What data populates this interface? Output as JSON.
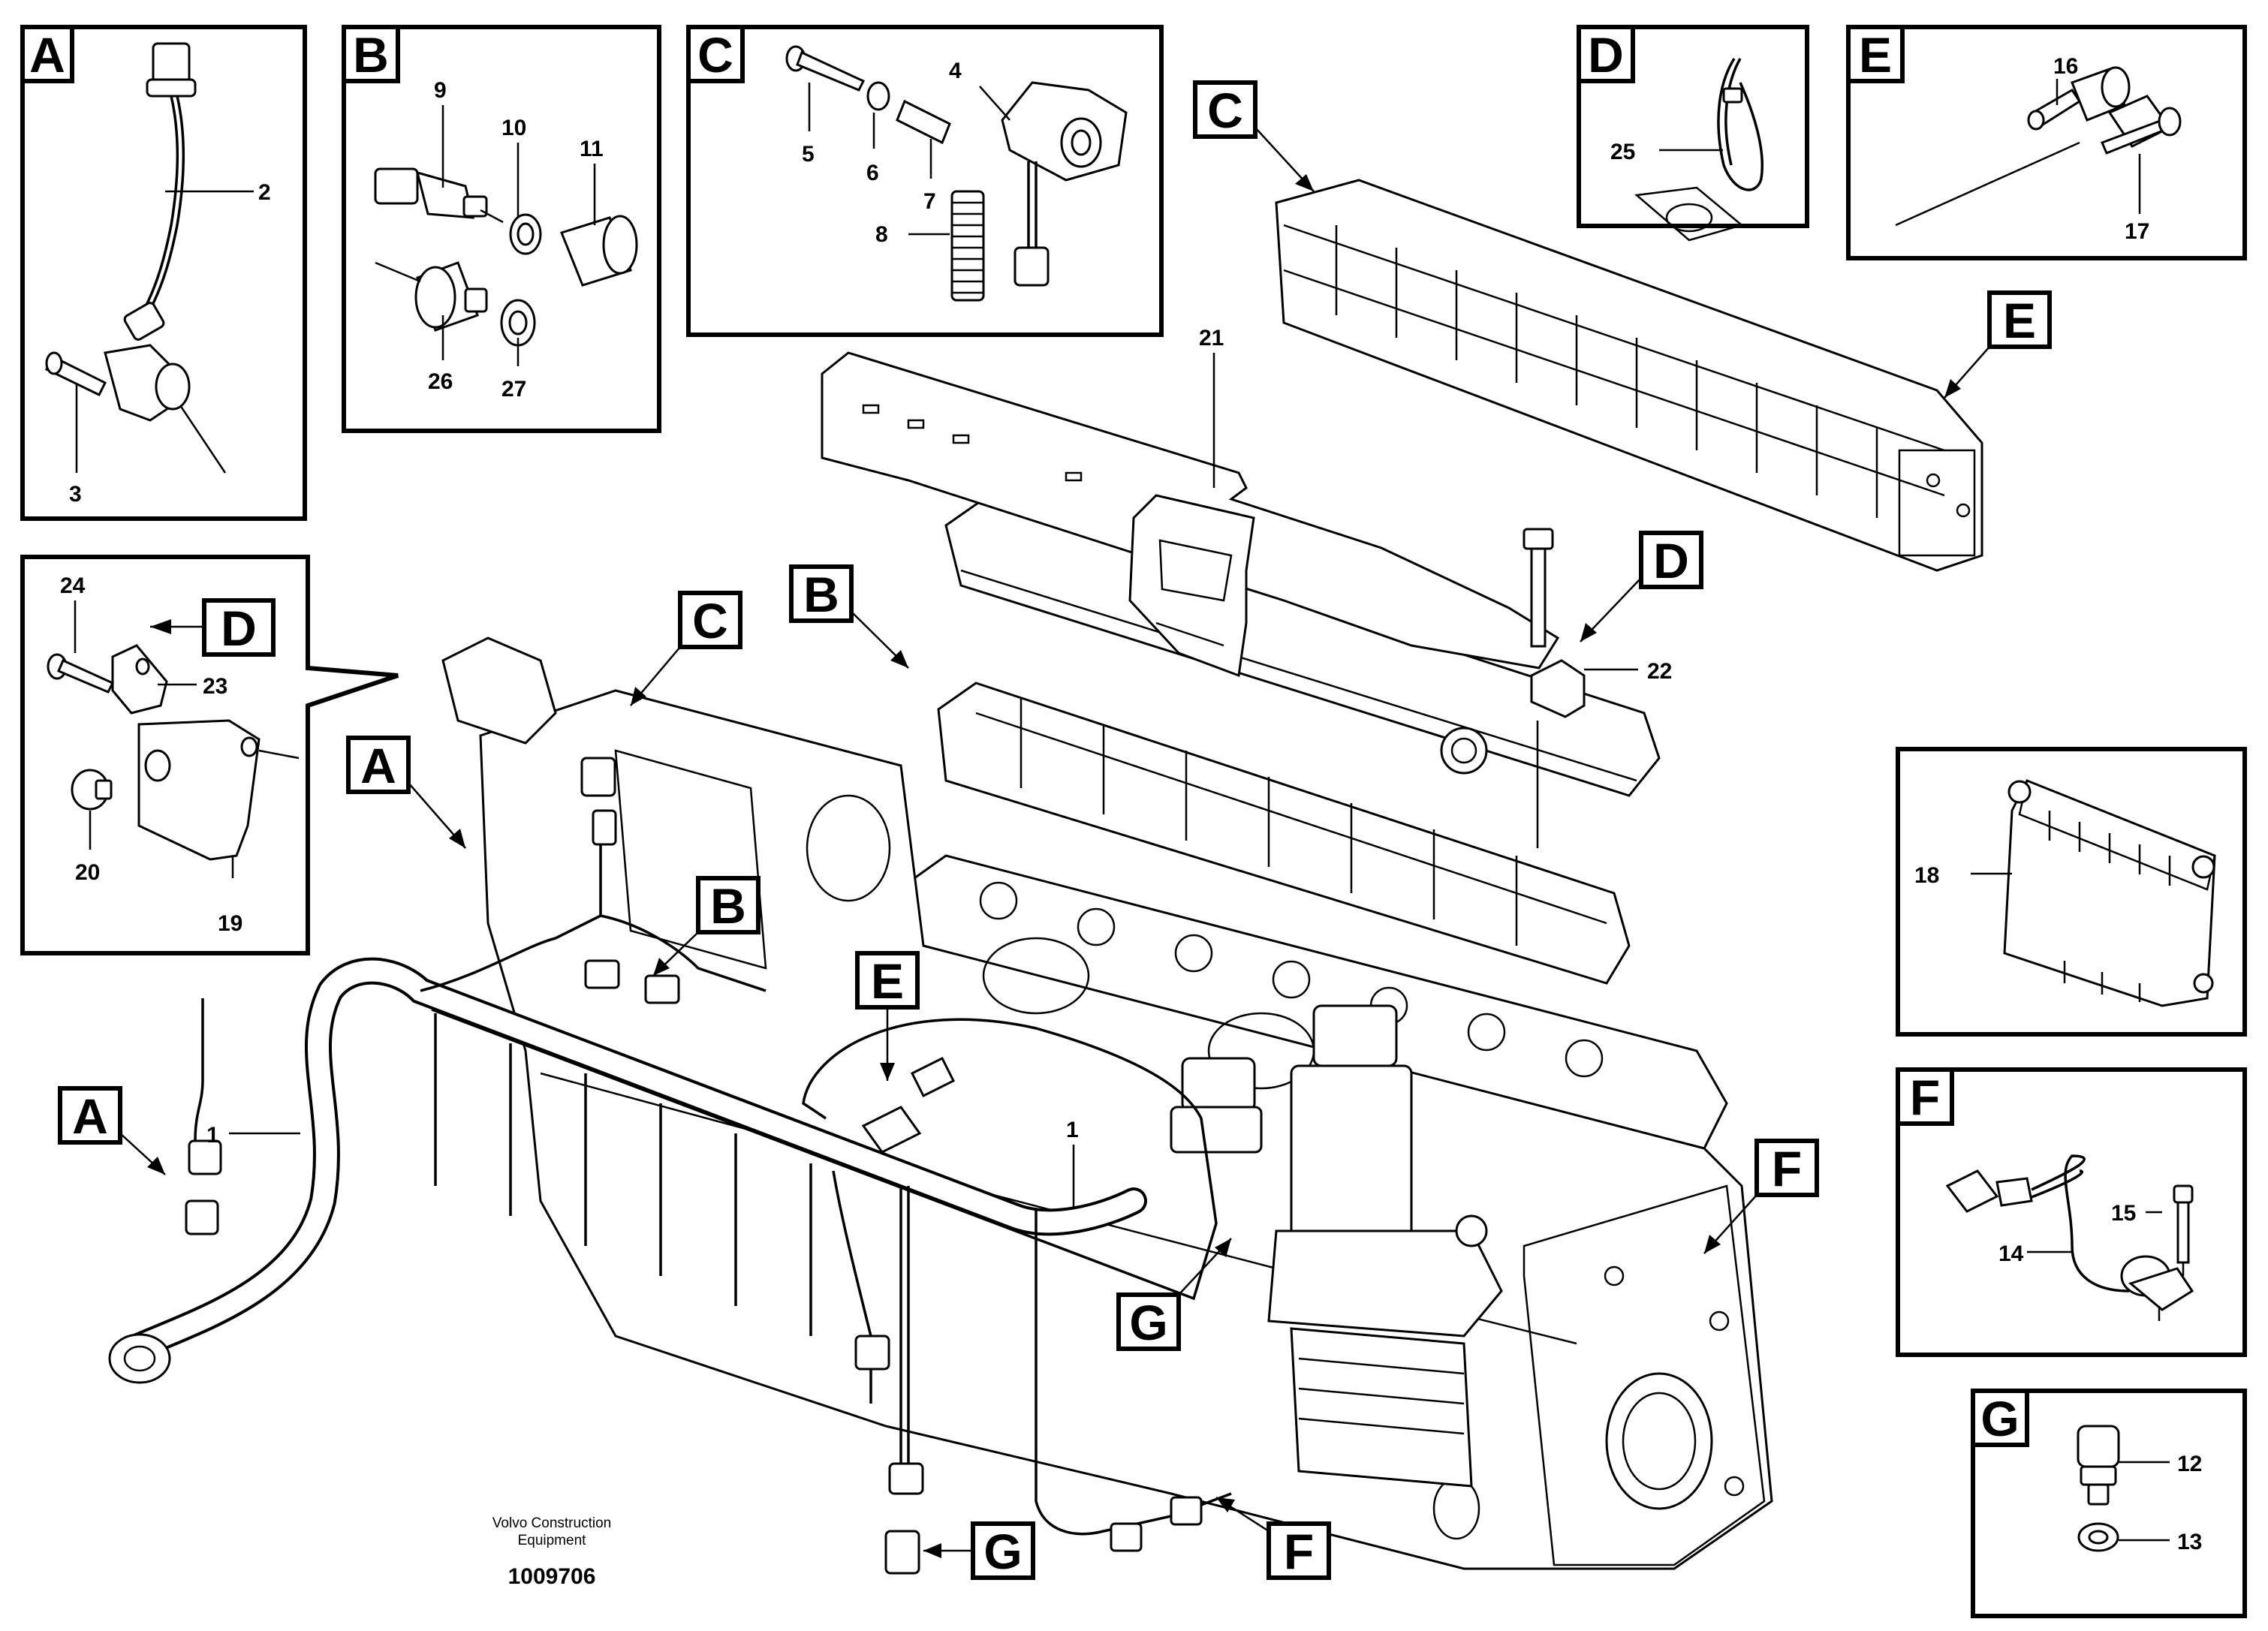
{
  "letters": {
    "A": "A",
    "B": "B",
    "C": "C",
    "D": "D",
    "E": "E",
    "F": "F",
    "G": "G"
  },
  "numbers": {
    "n1": "1",
    "n2": "2",
    "n3": "3",
    "n4": "4",
    "n5": "5",
    "n6": "6",
    "n7": "7",
    "n8": "8",
    "n9": "9",
    "n10": "10",
    "n11": "11",
    "n12": "12",
    "n13": "13",
    "n14": "14",
    "n15": "15",
    "n16": "16",
    "n17": "17",
    "n18": "18",
    "n19": "19",
    "n20": "20",
    "n21": "21",
    "n22": "22",
    "n23": "23",
    "n24": "24",
    "n25": "25",
    "n26": "26",
    "n27": "27"
  },
  "footer": {
    "company_line1": "Volvo Construction",
    "company_line2": "Equipment",
    "drawing_number": "1009706"
  }
}
